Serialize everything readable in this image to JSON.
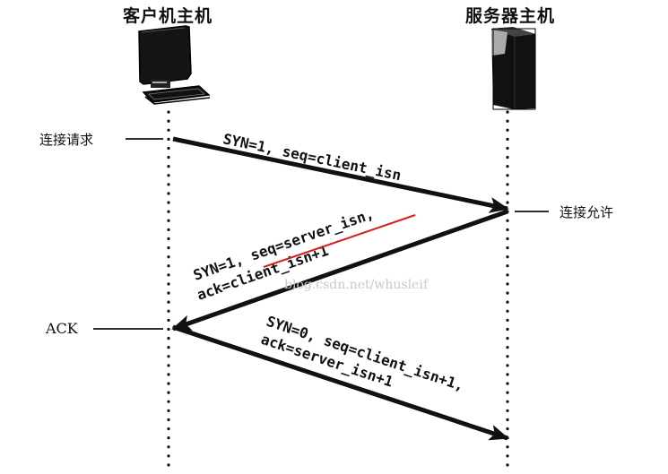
{
  "diagram": {
    "type": "sequence",
    "title_note": "TCP three-way handshake",
    "participants": [
      {
        "id": "client",
        "label": "客户机主机",
        "icon": "desktop-computer-icon"
      },
      {
        "id": "server",
        "label": "服务器主机",
        "icon": "server-tower-icon"
      }
    ],
    "side_labels": {
      "connection_request": "连接请求",
      "connection_granted": "连接允许",
      "ack": "ACK"
    },
    "messages": [
      {
        "from": "client",
        "to": "server",
        "lines": [
          "SYN=1, seq=client_isn"
        ]
      },
      {
        "from": "server",
        "to": "client",
        "lines": [
          "SYN=1, seq=server_isn,",
          "ack=client_isn+1"
        ],
        "highlight": "seq=server_isn,"
      },
      {
        "from": "client",
        "to": "server",
        "lines": [
          "SYN=0, seq=client_isn+1,",
          "ack=server_isn+1"
        ]
      }
    ],
    "watermark": "blog.csdn.net/whusleif",
    "colors": {
      "ink": "#111111",
      "highlight_underline": "#d42020",
      "background": "#ffffff",
      "watermark": "#c8c8c8"
    }
  }
}
